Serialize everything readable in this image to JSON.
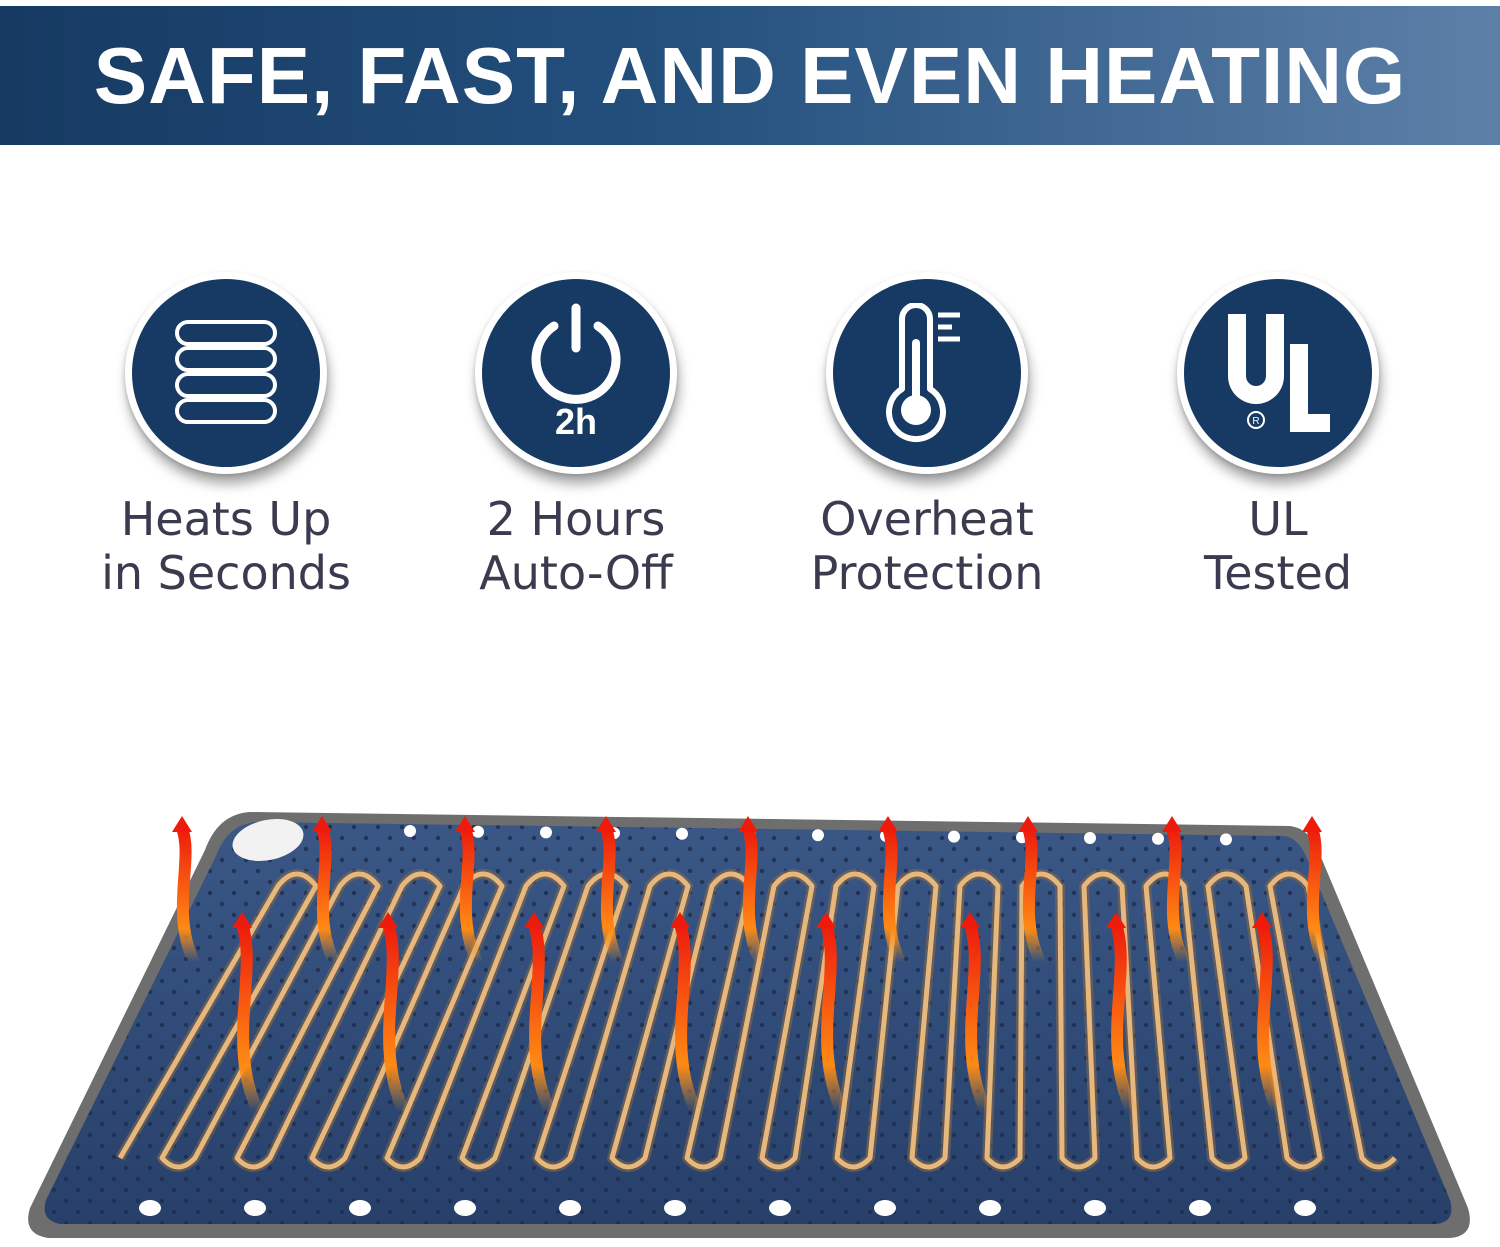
{
  "banner": {
    "title": "SAFE, FAST, AND EVEN HEATING"
  },
  "features": [
    {
      "icon": "layers-icon",
      "line1": "Heats Up",
      "line2": "in Seconds"
    },
    {
      "icon": "power-timer-icon",
      "badge_text": "2h",
      "line1": "2 Hours",
      "line2": "Auto-Off"
    },
    {
      "icon": "thermometer-icon",
      "line1": "Overheat",
      "line2": "Protection"
    },
    {
      "icon": "ul-mark-icon",
      "badge_text": "UL",
      "line1": "UL",
      "line2": "Tested"
    }
  ],
  "illustration": {
    "subject": "heating pad with heating wire and heat arrows"
  },
  "colors": {
    "navy": "#163a63",
    "banner_light": "#5d80a8",
    "label_text": "#3b3b4f",
    "pad": "#2f4a74",
    "wire": "#e0b27a",
    "arrow_hot": "#ff3b0a"
  }
}
